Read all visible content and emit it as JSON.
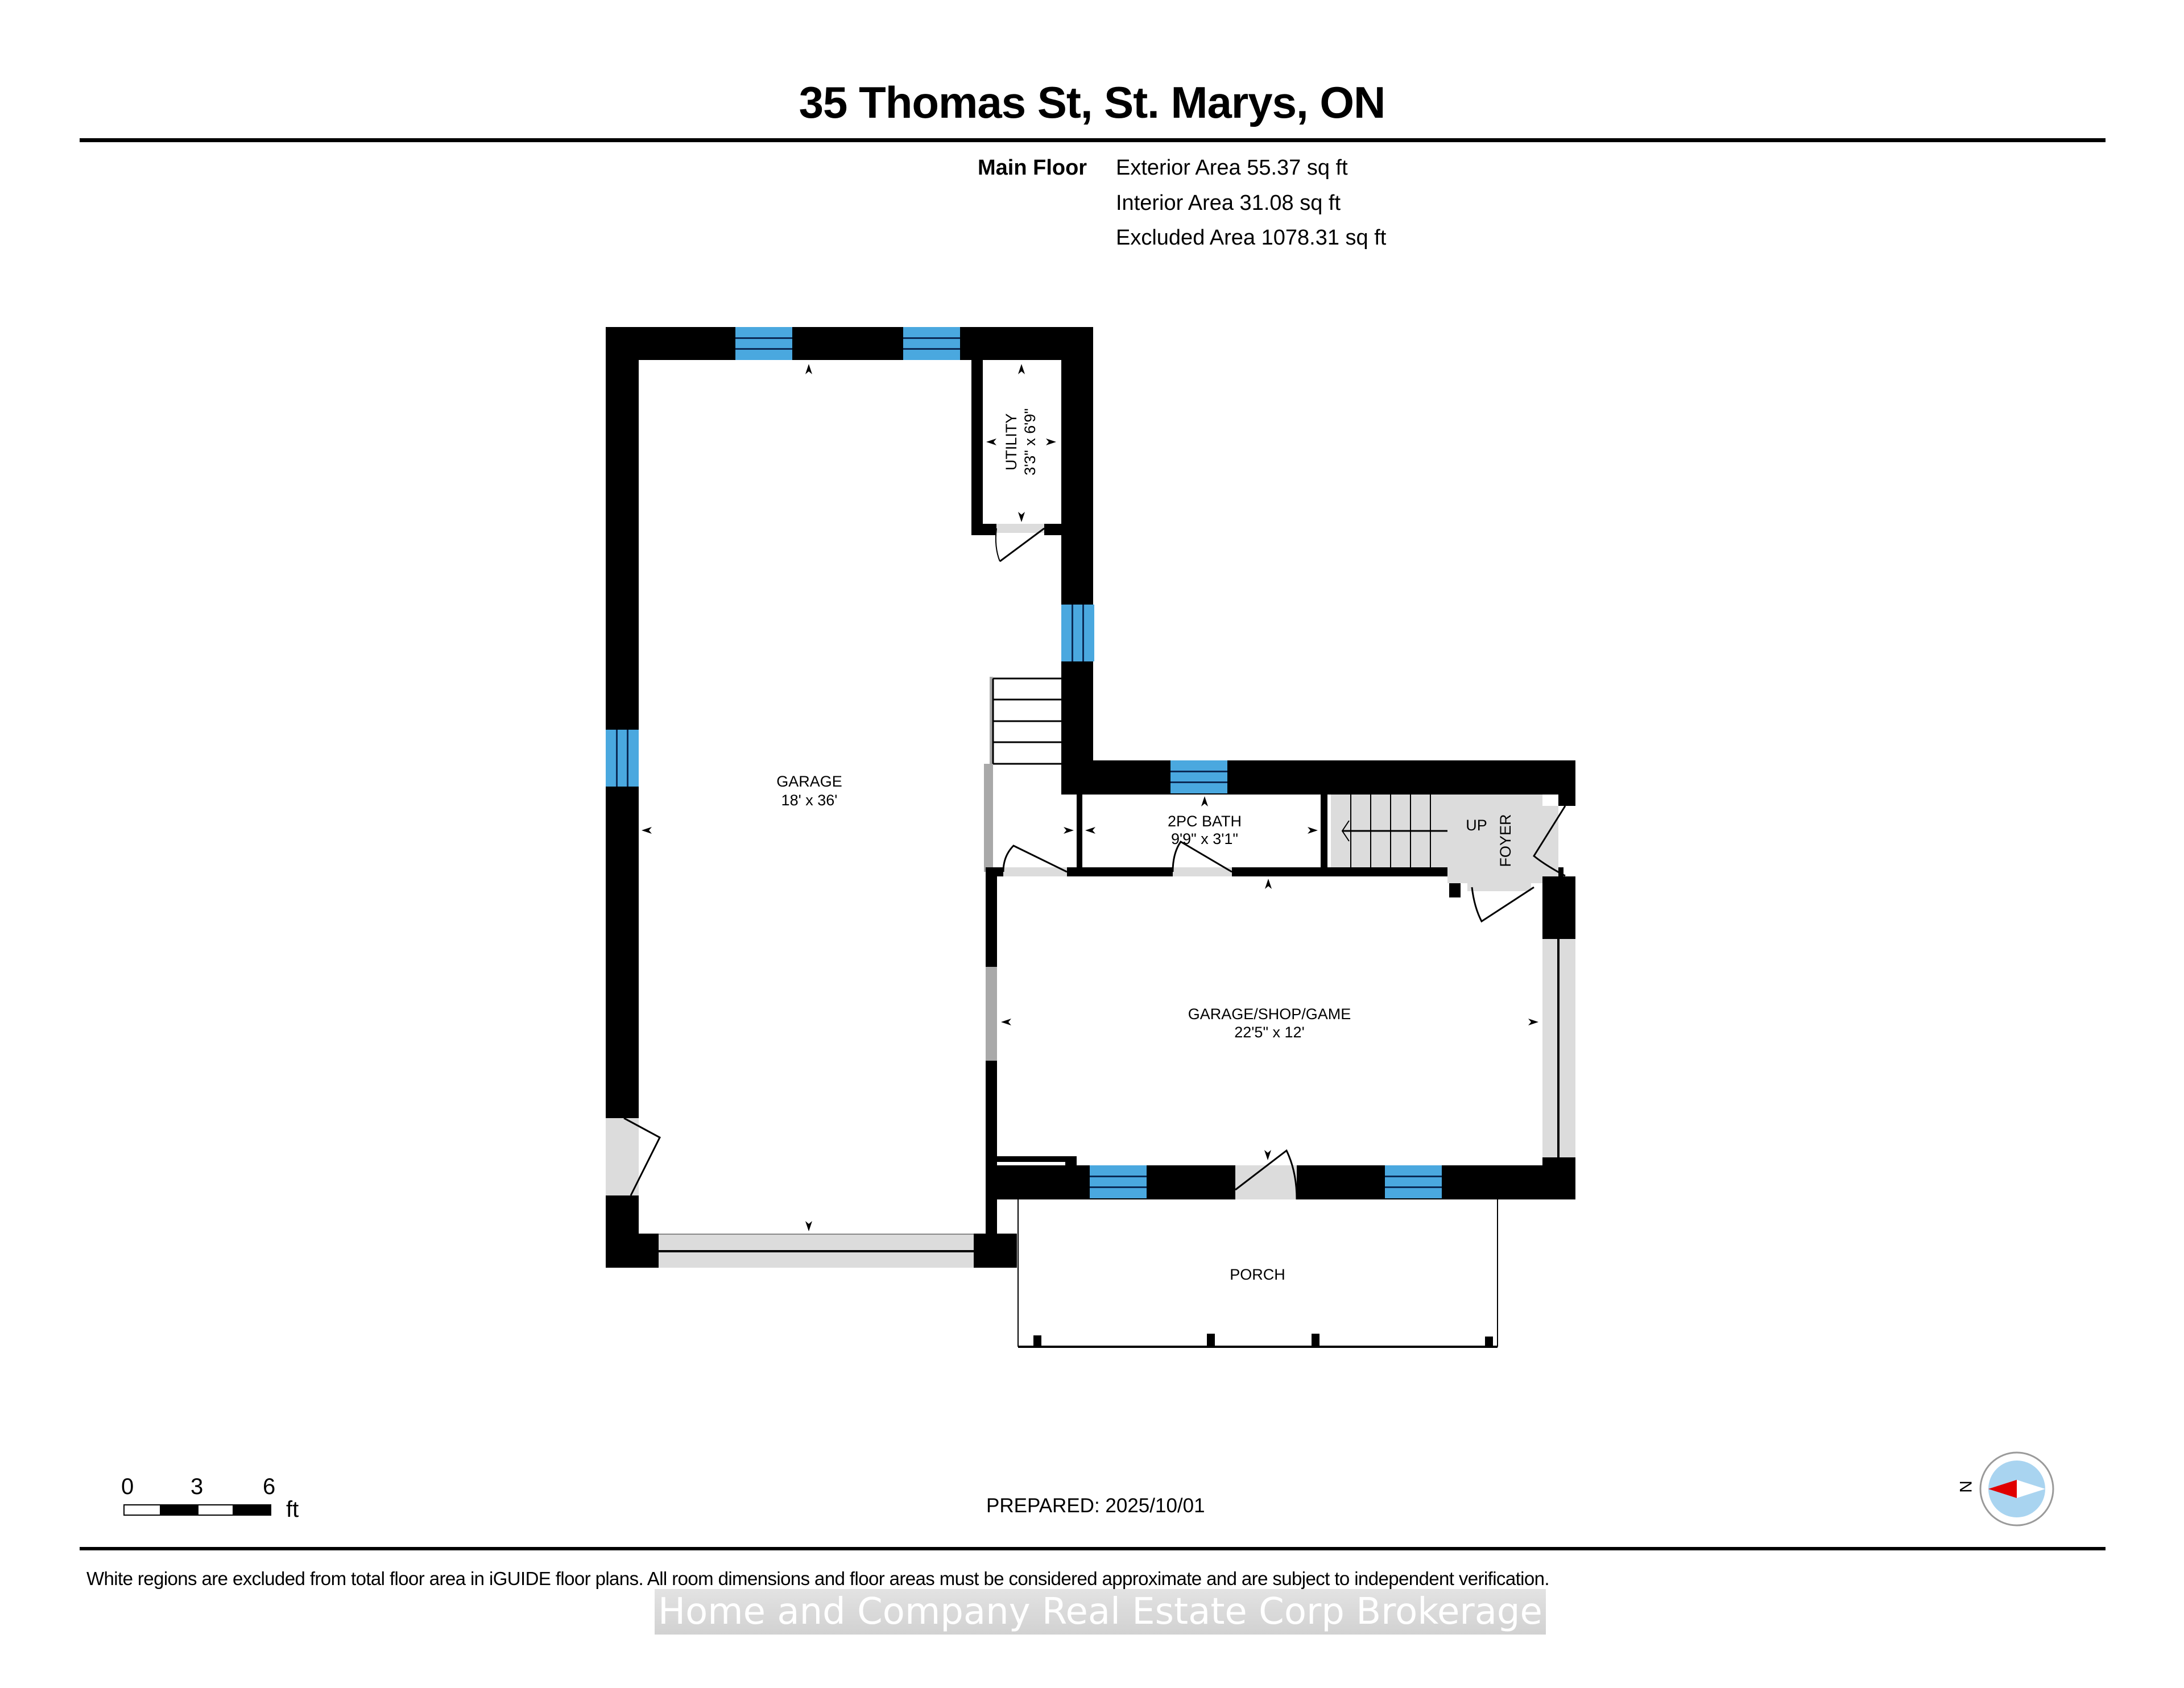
{
  "header": {
    "title": "35 Thomas St, St. Marys, ON"
  },
  "floor_summary": {
    "floor_name": "Main Floor",
    "areas": [
      {
        "label": "Exterior Area 55.37 sq ft"
      },
      {
        "label": "Interior Area 31.08 sq ft"
      },
      {
        "label": "Excluded Area 1078.31 sq ft"
      }
    ]
  },
  "rooms": [
    {
      "name": "GARAGE",
      "dims": "18' x 36'"
    },
    {
      "name": "UTILITY",
      "dims": "3'3\" x 6'9\""
    },
    {
      "name": "2PC BATH",
      "dims": "9'9\" x 3'1\""
    },
    {
      "name": "FOYER",
      "dims": ""
    },
    {
      "name": "GARAGE/SHOP/GAME",
      "dims": "22'5\" x 12'"
    },
    {
      "name": "PORCH",
      "dims": ""
    }
  ],
  "stairs": {
    "label": "UP"
  },
  "colors": {
    "wall": "#000000",
    "window": "#4aa8df",
    "window_mullion": "#0b2a55",
    "door_fill": "#dcdcdc",
    "opening_gray": "#a9a9a9",
    "compass_ring": "#9a9a9a",
    "compass_fill": "#a9d4f0",
    "compass_north": "#e00000"
  },
  "scale_bar": {
    "ticks": [
      "0",
      "3",
      "6"
    ],
    "unit": "ft"
  },
  "compass": {
    "label": "N"
  },
  "prepared": "PREPARED: 2025/10/01",
  "footer": {
    "disclaimer": "White regions are excluded from total floor area in iGUIDE floor plans. All room dimensions and floor areas must be considered approximate and are subject to independent verification.",
    "watermark": "Home and Company Real Estate Corp Brokerage"
  }
}
